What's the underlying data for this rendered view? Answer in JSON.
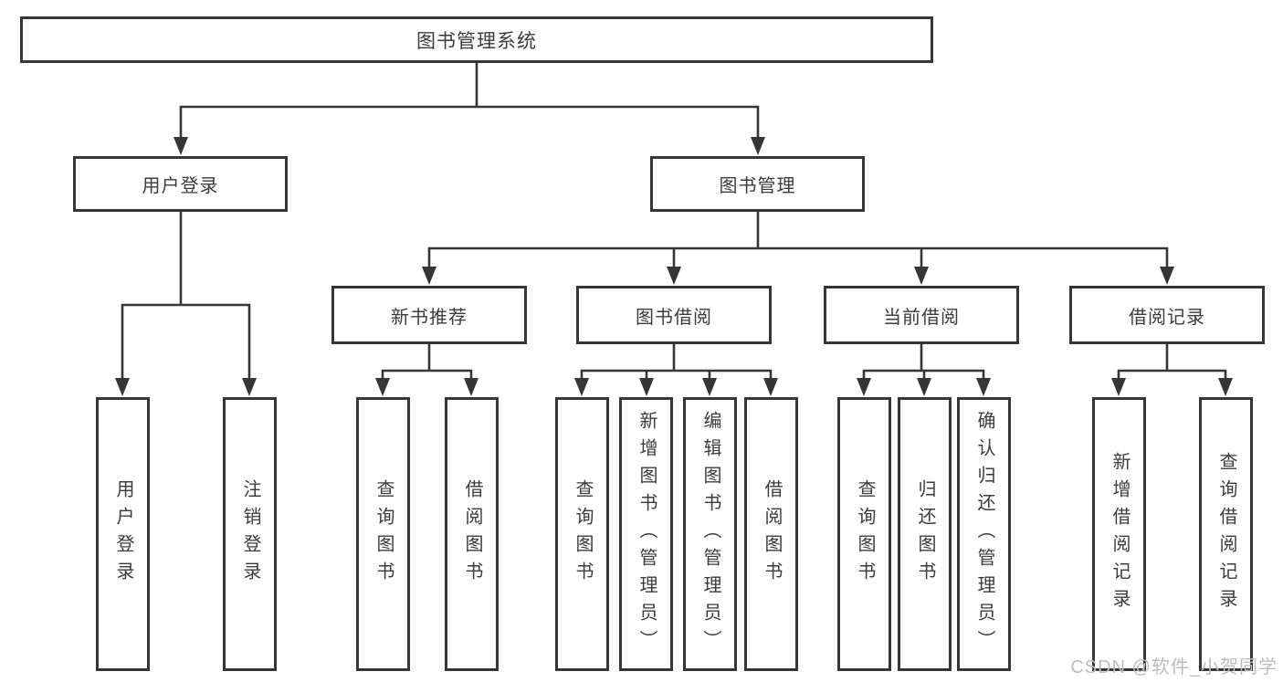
{
  "root": {
    "label": "图书管理系统"
  },
  "level2": [
    {
      "label": "用户登录"
    },
    {
      "label": "图书管理"
    }
  ],
  "level3": [
    {
      "label": "新书推荐"
    },
    {
      "label": "图书借阅"
    },
    {
      "label": "当前借阅"
    },
    {
      "label": "借阅记录"
    }
  ],
  "groups": [
    {
      "parent": "用户登录",
      "items": [
        "用户登录",
        "注销登录"
      ]
    },
    {
      "parent": "新书推荐",
      "items": [
        "查询图书",
        "借阅图书"
      ]
    },
    {
      "parent": "图书借阅",
      "items": [
        "查询图书",
        "新增图书（管理员）",
        "编辑图书（管理员）",
        "借阅图书"
      ]
    },
    {
      "parent": "当前借阅",
      "items": [
        "查询图书",
        "归还图书",
        "确认归还（管理员）"
      ]
    },
    {
      "parent": "借阅记录",
      "items": [
        "新增借阅记录",
        "查询借阅记录"
      ]
    }
  ],
  "watermark": {
    "text": "CSDN @软件_小贺同学"
  },
  "colors": {
    "line": "#363636",
    "text": "#3b3b3b",
    "watermark": "#bcbcbc",
    "background": "#ffffff"
  }
}
